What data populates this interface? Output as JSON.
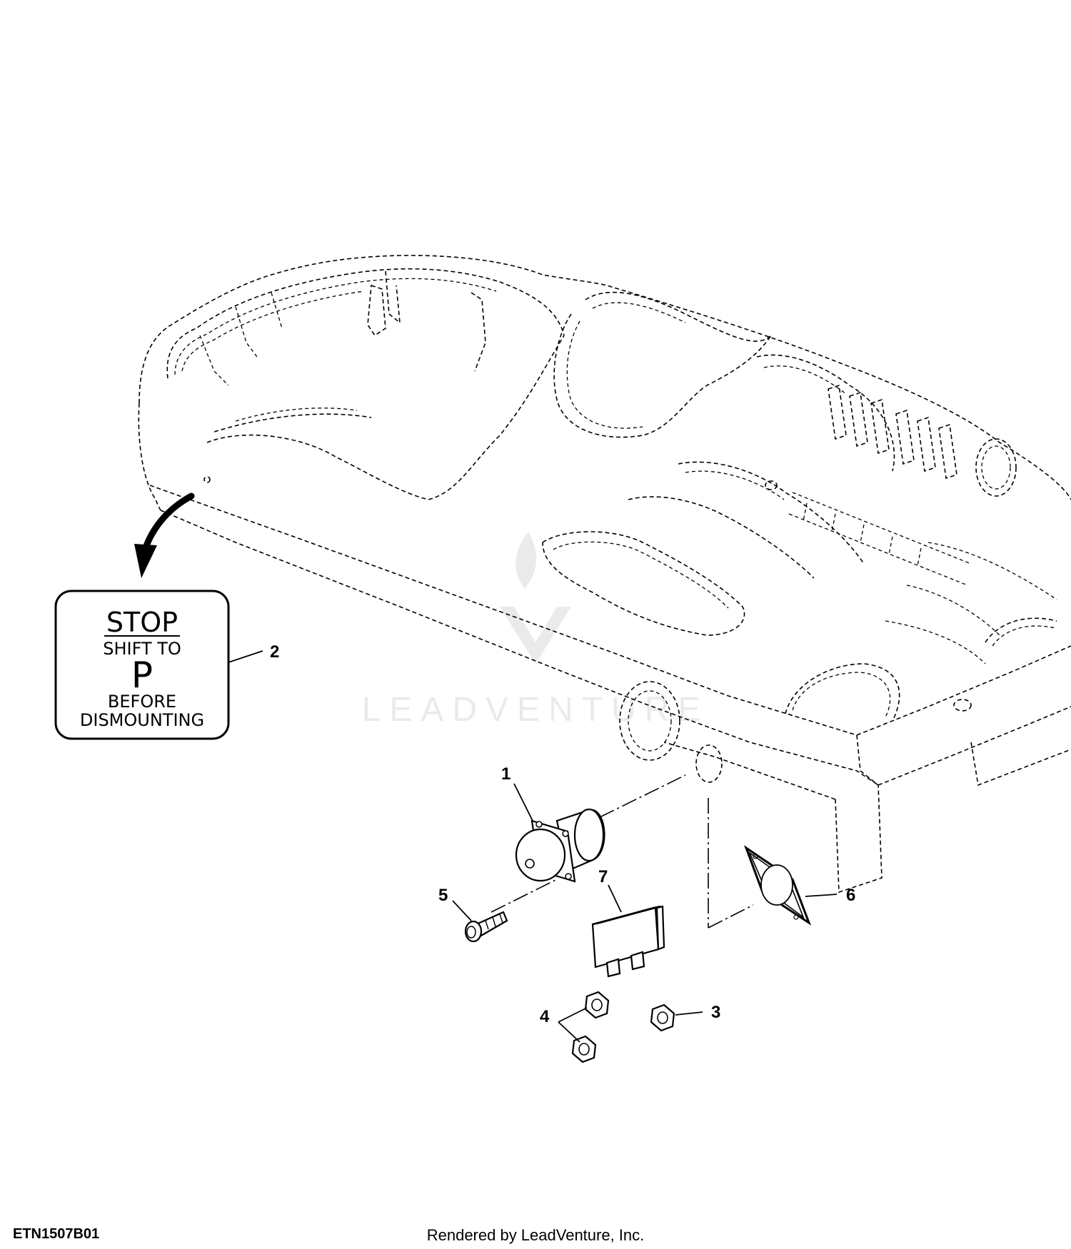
{
  "decal": {
    "line1": "STOP",
    "line2": "SHIFT TO",
    "line3": "P",
    "line4": "BEFORE",
    "line5": "DISMOUNTING"
  },
  "callouts": {
    "c1": "1",
    "c2": "2",
    "c3": "3",
    "c4": "4",
    "c5": "5",
    "c6": "6",
    "c7": "7"
  },
  "watermark": {
    "text": "LEADVENTURE"
  },
  "footer": {
    "figure_code": "ETN1507B01",
    "credit": "Rendered by LeadVenture, Inc."
  }
}
